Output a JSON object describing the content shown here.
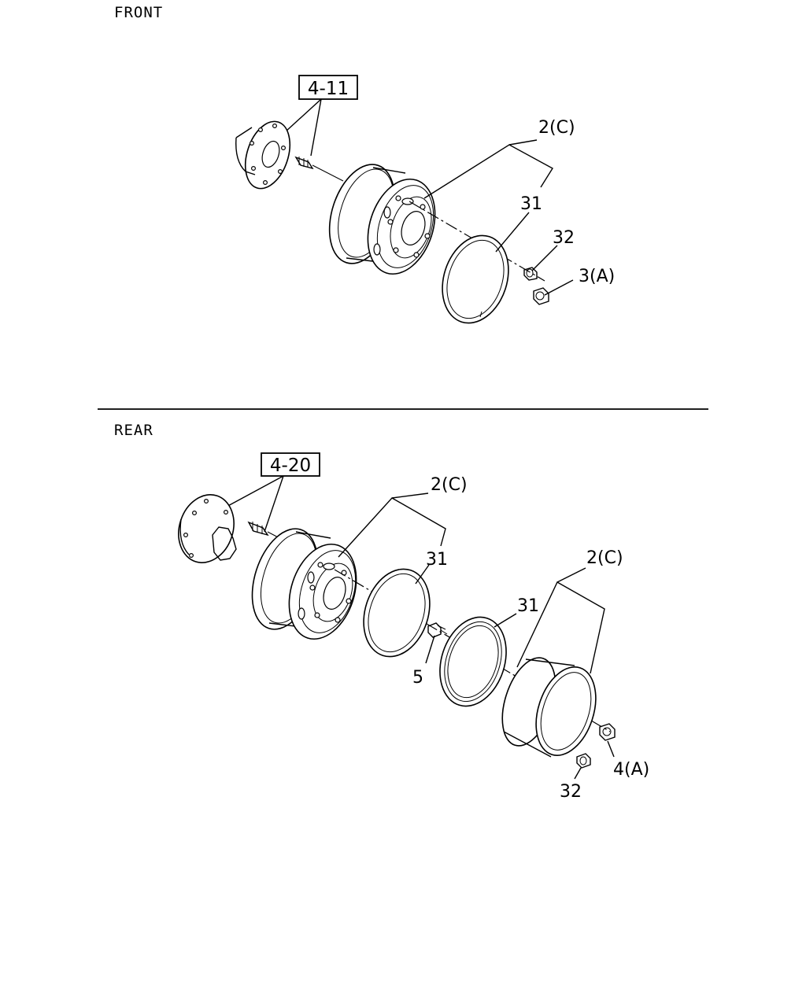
{
  "sections": {
    "front": {
      "title": "FRONT"
    },
    "rear": {
      "title": "REAR"
    }
  },
  "front": {
    "ref_box": "4-11",
    "callouts": {
      "wheel": "2(C)",
      "ring": "31",
      "cap": "32",
      "nut": "3(A)"
    }
  },
  "rear": {
    "ref_box": "4-20",
    "callouts": {
      "inner_wheel": "2(C)",
      "inner_ring": "31",
      "bolt": "5",
      "outer_wheel": "2(C)",
      "outer_ring": "31",
      "nut": "4(A)",
      "cap": "32"
    }
  }
}
